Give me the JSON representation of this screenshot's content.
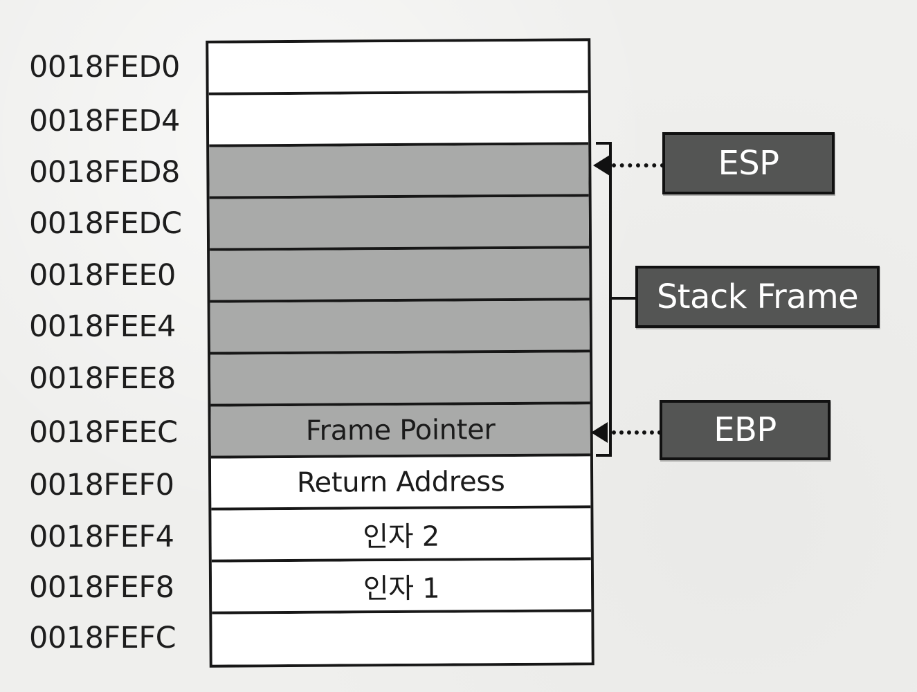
{
  "addresses": [
    "0018FED0",
    "0018FED4",
    "0018FED8",
    "0018FEDC",
    "0018FEE0",
    "0018FEE4",
    "0018FEE8",
    "0018FEEC",
    "0018FEF0",
    "0018FEF4",
    "0018FEF8",
    "0018FEFC"
  ],
  "rows": [
    {
      "label": "",
      "in_frame": false
    },
    {
      "label": "",
      "in_frame": false
    },
    {
      "label": "",
      "in_frame": true
    },
    {
      "label": "",
      "in_frame": true
    },
    {
      "label": "",
      "in_frame": true
    },
    {
      "label": "",
      "in_frame": true
    },
    {
      "label": "",
      "in_frame": true
    },
    {
      "label": "Frame Pointer",
      "in_frame": true
    },
    {
      "label": "Return Address",
      "in_frame": false
    },
    {
      "label": "인자 2",
      "in_frame": false
    },
    {
      "label": "인자 1",
      "in_frame": false
    },
    {
      "label": "",
      "in_frame": false
    }
  ],
  "labels": {
    "esp": "ESP",
    "stack_frame": "Stack Frame",
    "ebp": "EBP"
  },
  "colors": {
    "frame_fill": "#a9aaa9",
    "tag_fill": "#545554",
    "line": "#111111"
  }
}
